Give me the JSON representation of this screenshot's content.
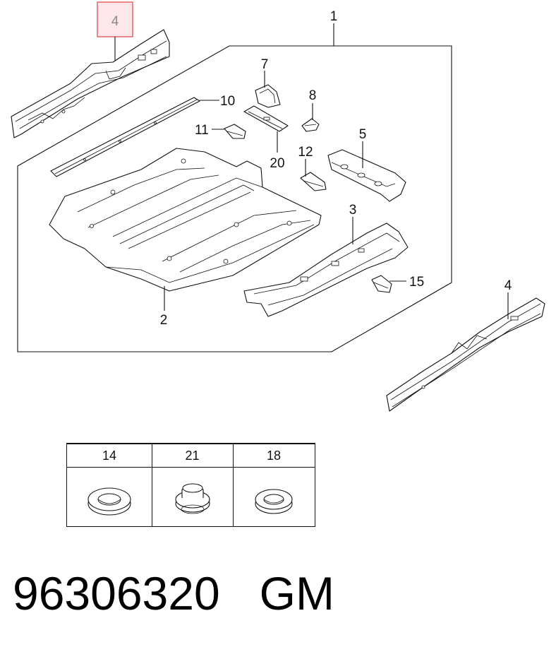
{
  "callouts": {
    "highlighted": "4",
    "assembly": "1",
    "front_floor_panel": "2",
    "rear_crossmember": "3",
    "right_side_sill": "4",
    "front_crossmember": "5",
    "bracket_7": "7",
    "bracket_8": "8",
    "rail_10": "10",
    "bracket_11": "11",
    "bracket_12": "12",
    "bracket_15": "15",
    "reinforcement_20": "20"
  },
  "colors": {
    "highlight_border": "#e06666",
    "highlight_fill": "#fde7ea"
  },
  "legend": {
    "columns": [
      {
        "number": "14",
        "icon": "grommet-icon"
      },
      {
        "number": "21",
        "icon": "plug-icon"
      },
      {
        "number": "18",
        "icon": "grommet-icon"
      }
    ]
  },
  "footer": {
    "part_number": "96306320",
    "brand": "GM"
  }
}
